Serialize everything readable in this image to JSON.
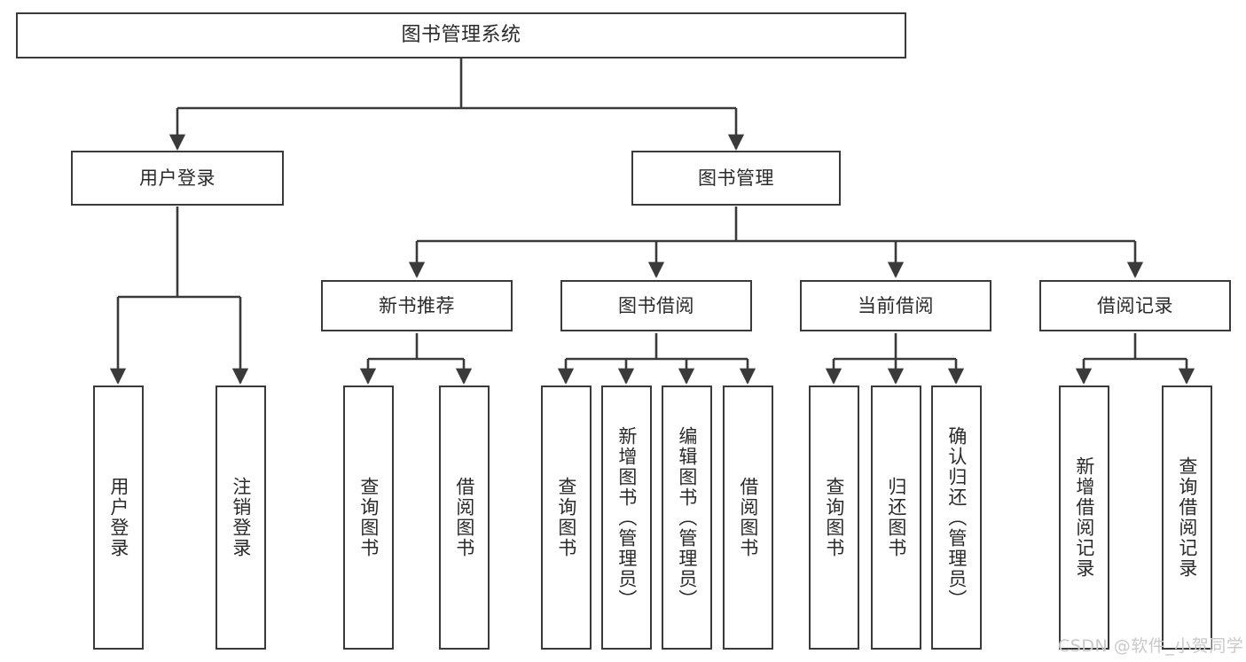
{
  "diagram": {
    "title": "图书管理系统",
    "type": "tree-hierarchy",
    "orientation": "top-down",
    "watermark": "CSDN @软件_小贺同学",
    "colors": {
      "background": "#ffffff",
      "node_border": "#3a3a3a",
      "node_fill": "#ffffff",
      "edge": "#3a3a3a",
      "text": "#2a2a2a",
      "watermark": "#c9c9c9"
    },
    "nodes": {
      "root": {
        "label": "图书管理系统",
        "level": 0
      },
      "level1": [
        {
          "id": "user-login",
          "label": "用户登录"
        },
        {
          "id": "book-manage",
          "label": "图书管理"
        }
      ],
      "level2": [
        {
          "id": "new-book-recommend",
          "label": "新书推荐",
          "parent": "book-manage"
        },
        {
          "id": "book-borrow",
          "label": "图书借阅",
          "parent": "book-manage"
        },
        {
          "id": "current-borrow",
          "label": "当前借阅",
          "parent": "book-manage"
        },
        {
          "id": "borrow-record",
          "label": "借阅记录",
          "parent": "book-manage"
        }
      ],
      "leaves": [
        {
          "id": "leaf-user-login",
          "label": "用户登录",
          "parent": "user-login"
        },
        {
          "id": "leaf-logout-login",
          "label": "注销登录",
          "parent": "user-login"
        },
        {
          "id": "leaf-query-book-1",
          "label": "查询图书",
          "parent": "new-book-recommend"
        },
        {
          "id": "leaf-borrow-book-1",
          "label": "借阅图书",
          "parent": "new-book-recommend"
        },
        {
          "id": "leaf-query-book-2",
          "label": "查询图书",
          "parent": "book-borrow"
        },
        {
          "id": "leaf-add-book",
          "label": "新增图书（管理员）",
          "parent": "book-borrow"
        },
        {
          "id": "leaf-edit-book",
          "label": "编辑图书（管理员）",
          "parent": "book-borrow"
        },
        {
          "id": "leaf-borrow-book-2",
          "label": "借阅图书",
          "parent": "book-borrow"
        },
        {
          "id": "leaf-query-book-3",
          "label": "查询图书",
          "parent": "current-borrow"
        },
        {
          "id": "leaf-return-book",
          "label": "归还图书",
          "parent": "current-borrow"
        },
        {
          "id": "leaf-confirm-return",
          "label": "确认归还（管理员）",
          "parent": "current-borrow"
        },
        {
          "id": "leaf-add-record",
          "label": "新增借阅记录",
          "parent": "borrow-record"
        },
        {
          "id": "leaf-query-record",
          "label": "查询借阅记录",
          "parent": "borrow-record"
        }
      ]
    }
  }
}
